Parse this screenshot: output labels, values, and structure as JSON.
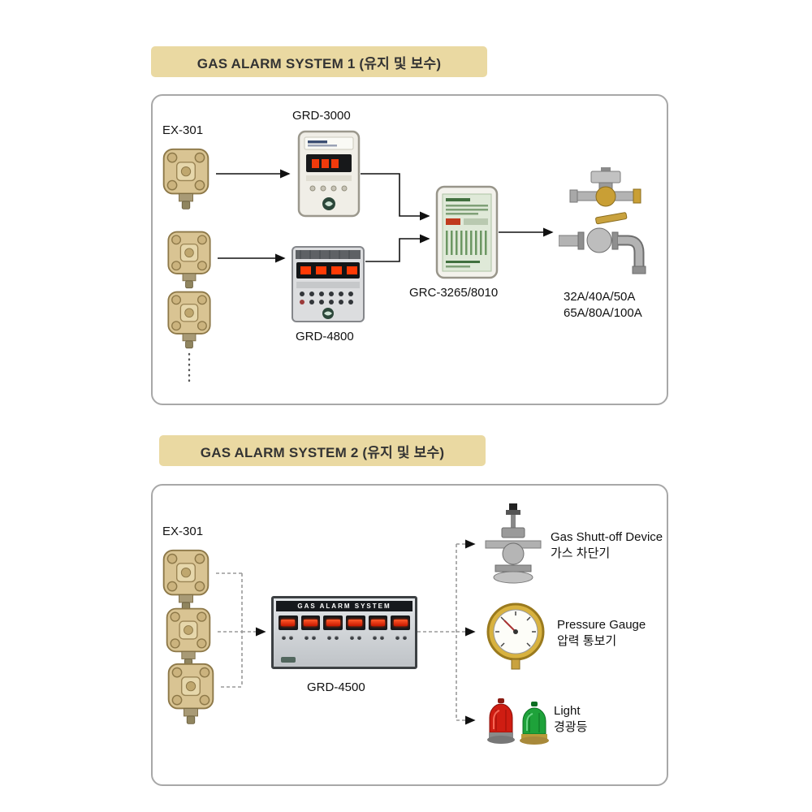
{
  "system1": {
    "banner": "GAS ALARM SYSTEM 1 (유지 및 보수)",
    "detector_label": "EX-301",
    "grd3000_label": "GRD-3000",
    "grd4800_label": "GRD-4800",
    "grc_label": "GRC-3265/8010",
    "valve_sizes_line1": "32A/40A/50A",
    "valve_sizes_line2": "65A/80A/100A"
  },
  "system2": {
    "banner": "GAS ALARM SYSTEM 2 (유지 및 보수)",
    "detector_label": "EX-301",
    "panel_title": "GAS ALARM SYSTEM",
    "panel_label": "GRD-4500",
    "outputs": [
      {
        "en": "Gas Shutt-off Device",
        "ko": "가스 차단기"
      },
      {
        "en": "Pressure Gauge",
        "ko": "압력 통보기"
      },
      {
        "en": "Light",
        "ko": "경광등"
      }
    ]
  },
  "colors": {
    "banner_bg": "#ead9a2",
    "box_border": "#a8a8a8",
    "led_red": "#ff3a05",
    "beacon_red": "#cf1d12",
    "beacon_green": "#1ea23a",
    "detector_brass": "#d9c493"
  }
}
